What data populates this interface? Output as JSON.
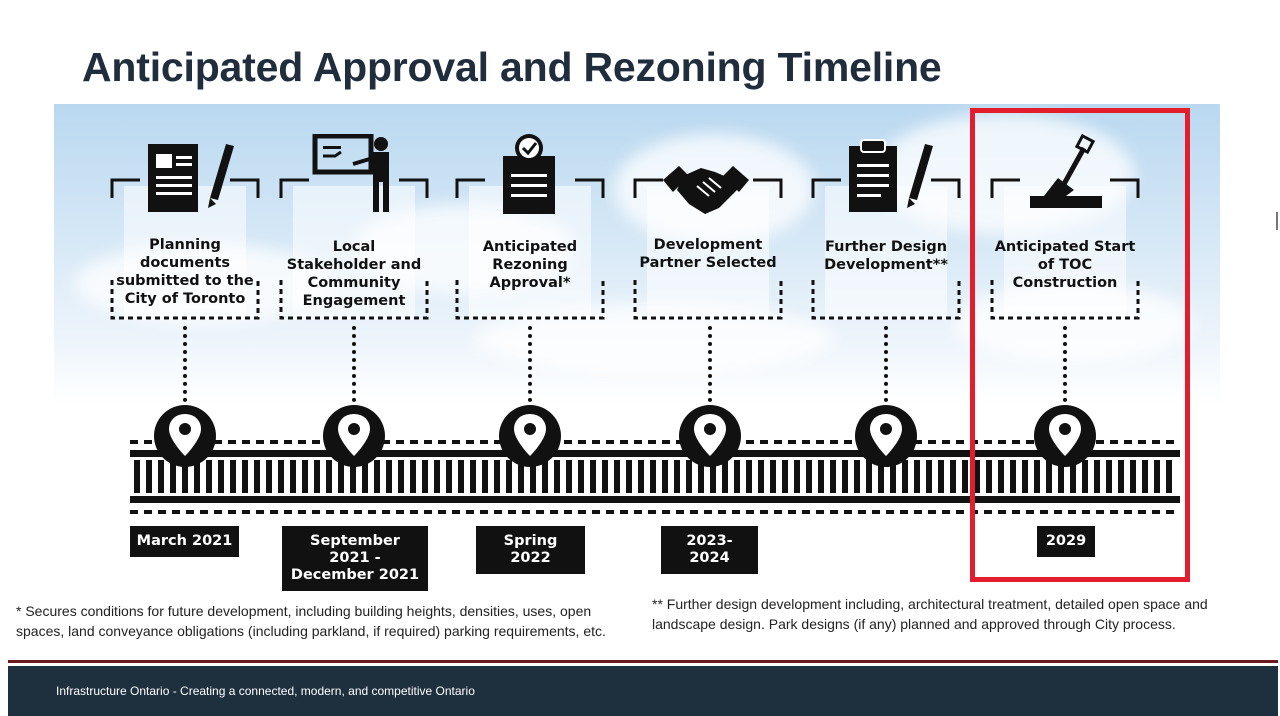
{
  "title": "Anticipated Approval and Rezoning Timeline",
  "milestones": [
    {
      "label": "Planning documents submitted to the City of Toronto",
      "date": "March 2021",
      "icon": "document-pen-icon"
    },
    {
      "label": "Local Stakeholder and Community Engagement",
      "date": "September 2021 - December 2021",
      "icon": "presentation-board-icon"
    },
    {
      "label": "Anticipated Rezoning Approval*",
      "date": "Spring 2022",
      "icon": "clipboard-check-icon"
    },
    {
      "label": "Development Partner Selected",
      "date": "2023-2024",
      "icon": "handshake-icon"
    },
    {
      "label": "Further Design Development**",
      "date": "",
      "icon": "clipboard-pen-icon"
    },
    {
      "label": "Anticipated Start of TOC Construction",
      "date": "2029",
      "icon": "shovel-icon"
    }
  ],
  "footnotes": {
    "single": "* Secures conditions for future development, including building heights, densities, uses, open spaces, land conveyance obligations (including parkland, if required) parking requirements, etc.",
    "double": "** Further design development including, architectural treatment, detailed open space and landscape design. Park designs (if any) planned and approved through City process."
  },
  "footer": "Infrastructure Ontario - Creating a connected, modern, and competitive Ontario",
  "colors": {
    "highlight": "#e41d2d",
    "footer_bg": "#1e2f3e",
    "title": "#1f2d3d",
    "divider": "#6b1a20"
  }
}
